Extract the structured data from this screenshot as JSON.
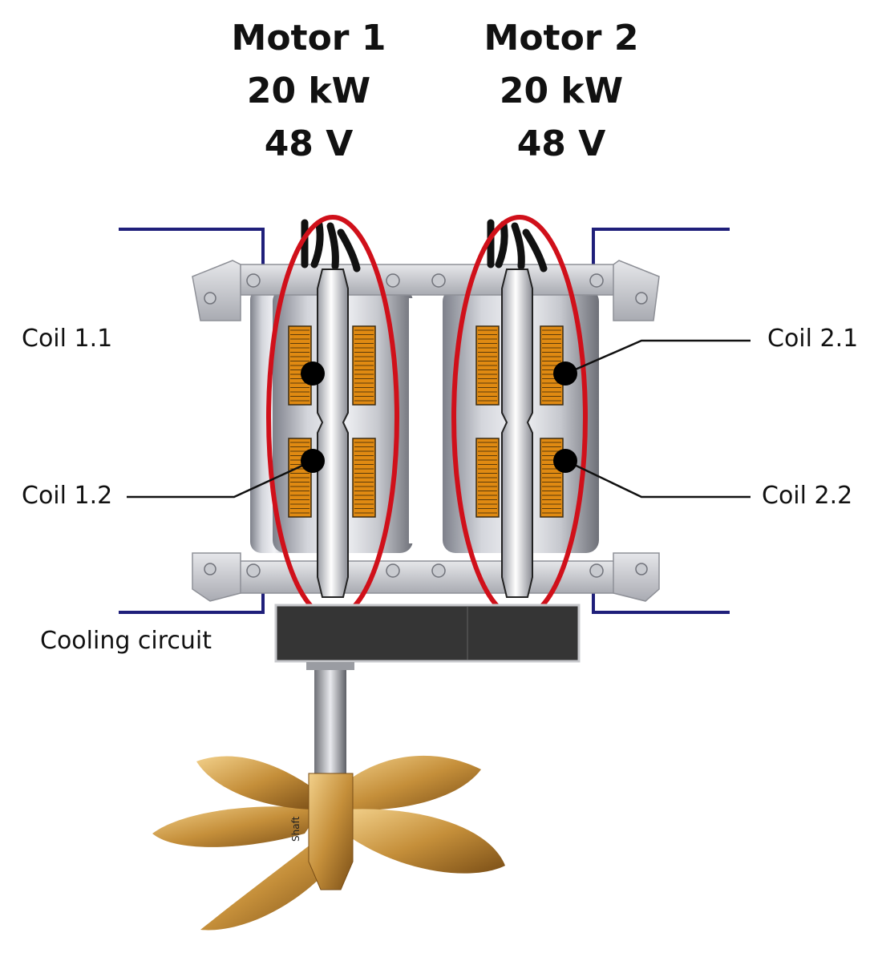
{
  "motors": [
    {
      "name": "Motor 1",
      "power": "20 kW",
      "voltage": "48 V"
    },
    {
      "name": "Motor 2",
      "power": "20 kW",
      "voltage": "48 V"
    }
  ],
  "coils": {
    "c11": "Coil 1.1",
    "c12": "Coil 1.2",
    "c21": "Coil 2.1",
    "c22": "Coil 2.2"
  },
  "cooling_label": "Cooling circuit",
  "shaft_label": "Shaft",
  "colors": {
    "highlight": "#d0101a",
    "coolant_pipe": "#1f1f7a",
    "coil_winding": "#e08a12",
    "cooling_block": "#353535",
    "propeller": "#b8822e"
  }
}
